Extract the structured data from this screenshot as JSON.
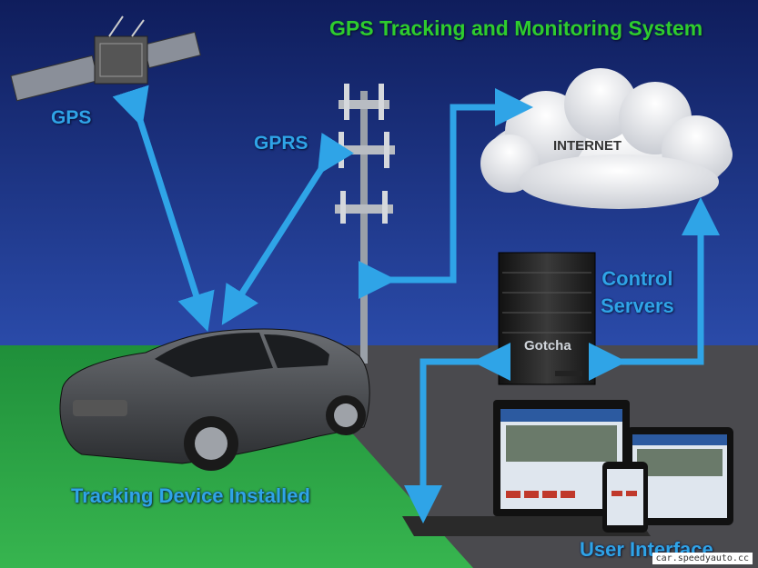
{
  "title": "GPS Tracking and Monitoring System",
  "nodes": {
    "gps": "GPS",
    "gprs": "GPRS",
    "internet": "INTERNET",
    "servers_line1": "Control",
    "servers_line2": "Servers",
    "device": "Tracking Device Installed",
    "ui": "User Interface"
  },
  "server_brand": "Gotcha",
  "watermark": "car.speedyauto.cc",
  "colors": {
    "sky": "#1a2f7a",
    "ground_green": "#2eab48",
    "ground_gray": "#4a4a4e",
    "arrow": "#2fa4e7",
    "title": "#2ecc2e"
  }
}
